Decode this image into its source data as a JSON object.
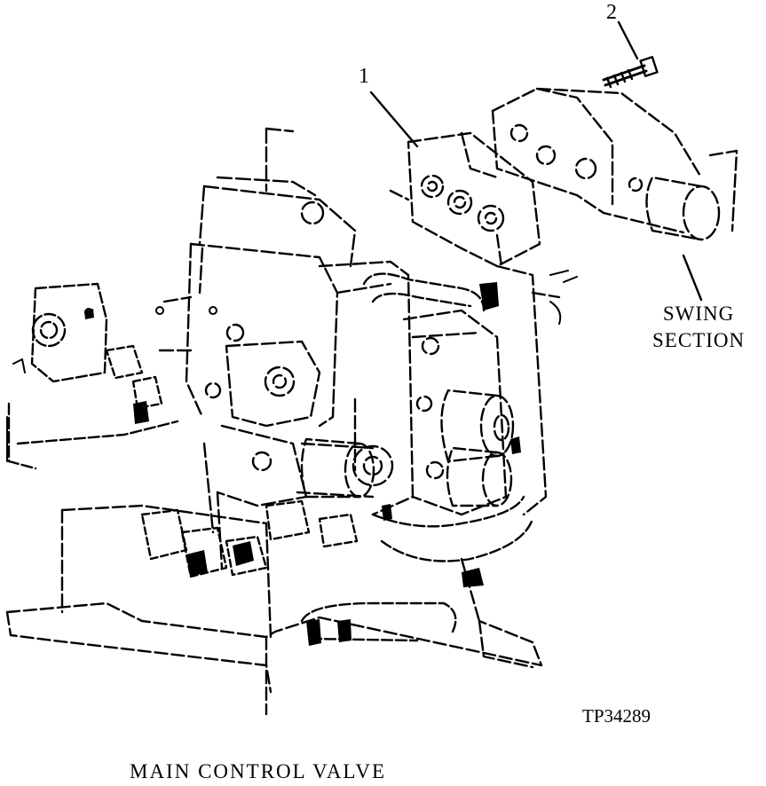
{
  "callouts": {
    "part1": "1",
    "part2": "2"
  },
  "labels": {
    "swing_line1": "SWING",
    "swing_line2": "SECTION"
  },
  "figure_id": "TP34289",
  "caption": "MAIN CONTROL VALVE"
}
